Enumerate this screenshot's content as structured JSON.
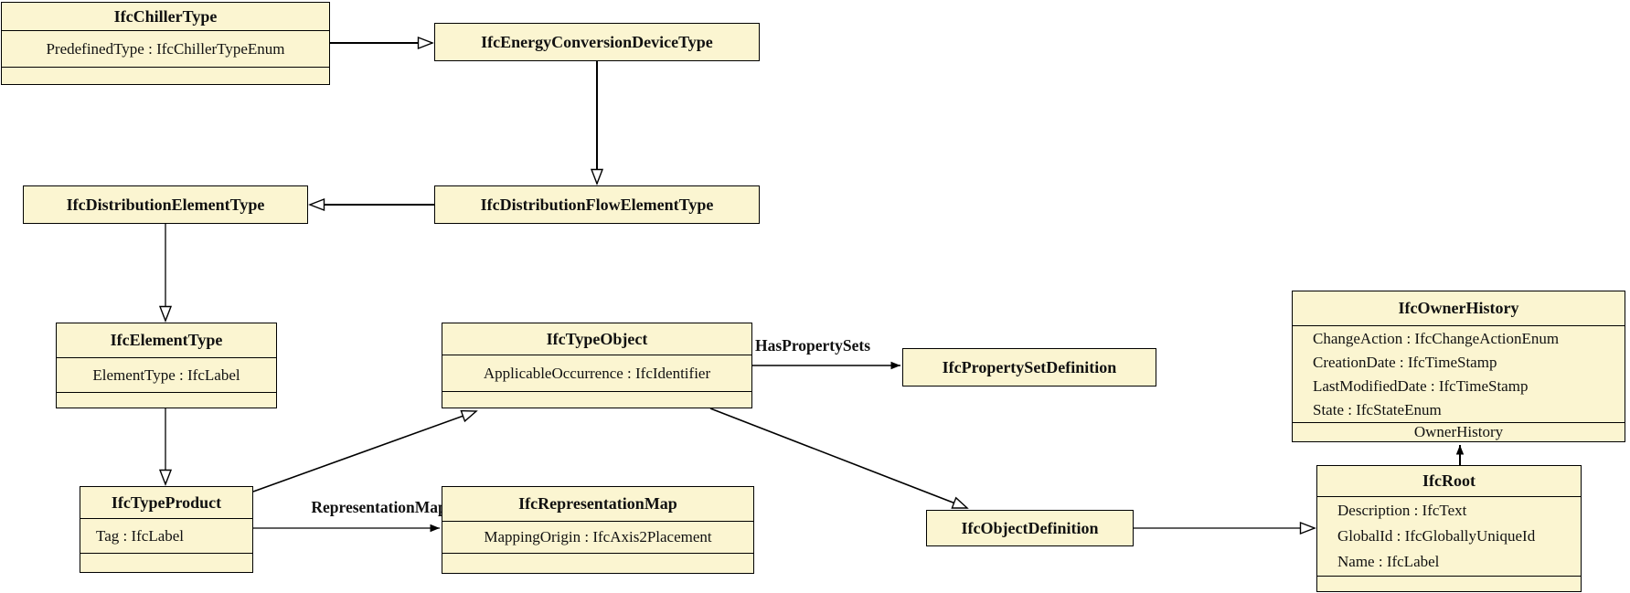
{
  "classes": {
    "chiller": {
      "name": "IfcChillerType",
      "attributes": [
        "PredefinedType : IfcChillerTypeEnum"
      ]
    },
    "energy": {
      "name": "IfcEnergyConversionDeviceType"
    },
    "dist_elem": {
      "name": "IfcDistributionElementType"
    },
    "dist_flow": {
      "name": "IfcDistributionFlowElementType"
    },
    "elem_type": {
      "name": "IfcElementType",
      "attributes": [
        "ElementType : IfcLabel"
      ]
    },
    "type_object": {
      "name": "IfcTypeObject",
      "attributes": [
        "ApplicableOccurrence : IfcIdentifier"
      ]
    },
    "prop_set": {
      "name": "IfcPropertySetDefinition"
    },
    "owner_history": {
      "name": "IfcOwnerHistory",
      "attributes": [
        "ChangeAction : IfcChangeActionEnum",
        "CreationDate : IfcTimeStamp",
        "LastModifiedDate : IfcTimeStamp",
        "State : IfcStateEnum"
      ],
      "footer_label": "OwnerHistory"
    },
    "type_product": {
      "name": "IfcTypeProduct",
      "attributes": [
        "Tag : IfcLabel"
      ]
    },
    "repr_map": {
      "name": "IfcRepresentationMap",
      "attributes": [
        "MappingOrigin : IfcAxis2Placement"
      ]
    },
    "obj_def": {
      "name": "IfcObjectDefinition"
    },
    "root": {
      "name": "IfcRoot",
      "attributes": [
        "Description : IfcText",
        "GlobalId : IfcGloballyUniqueId",
        "Name : IfcLabel"
      ]
    }
  },
  "edge_labels": {
    "has_property_sets": "HasPropertySets",
    "representation_maps": "RepresentationMaps"
  },
  "colors": {
    "class_fill": "#FBF5D1",
    "border": "#000000",
    "text": "#111111"
  }
}
